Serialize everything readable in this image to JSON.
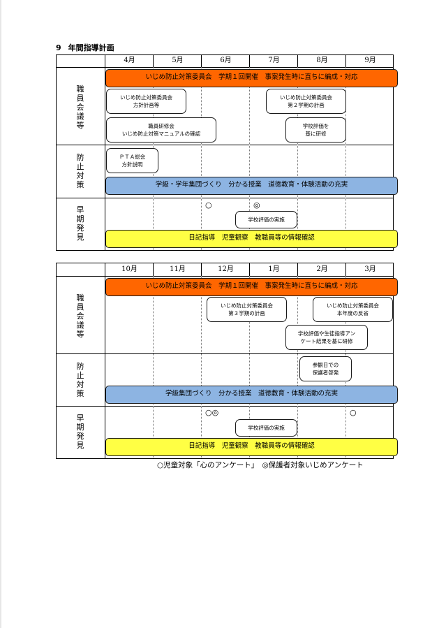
{
  "section": {
    "number": "9",
    "title": "年間指導計画"
  },
  "row_labels": {
    "staff_meeting": [
      "職",
      "員",
      "会",
      "議",
      "等"
    ],
    "prevention": [
      "防",
      "止",
      "対",
      "策"
    ],
    "early_detection": [
      "早",
      "期",
      "発",
      "見"
    ]
  },
  "term1": {
    "months": [
      "4月",
      "5月",
      "6月",
      "7月",
      "8月",
      "9月"
    ],
    "staff_bar": "いじめ防止対策委員会　学期１回開催　事案発生時に直ちに編成・対応",
    "staff_boxes": [
      [
        "いじめ防止対策委員会",
        "方針計画等"
      ],
      [
        "職員研修会",
        "いじめ防止対策マニュアルの確認"
      ],
      [
        "いじめ防止対策委員会",
        "第２学期の計画"
      ],
      [
        "学校評価を",
        "基に研修"
      ]
    ],
    "prevention_box": [
      "ＰＴＡ総会",
      "方針説明"
    ],
    "prevention_bar": "学級・学年集団づくり　分かる授業　道徳教育・体験活動の充実",
    "marks": [
      "○",
      "◎"
    ],
    "detection_box": "学校評価の実施",
    "detection_bar": "日記指導　児童観察　教職員等の情報確認"
  },
  "term2": {
    "months": [
      "10月",
      "11月",
      "12月",
      "1月",
      "2月",
      "3月"
    ],
    "staff_bar": "いじめ防止対策委員会　学期１回開催　事案発生時に直ちに編成・対応",
    "staff_boxes": [
      [
        "いじめ防止対策委員会",
        "第３学期の計画"
      ],
      [
        "いじめ防止対策委員会",
        "本年度の反省"
      ],
      [
        "学校評価や生徒指導アン",
        "ケート結果を基に研修"
      ]
    ],
    "prevention_box": [
      "参観日での",
      "保護者啓発"
    ],
    "prevention_bar": "学級集団づくり　分かる授業　道徳教育・体験活動の充実",
    "marks": [
      "○◎",
      "○"
    ],
    "detection_box": "学校評価の実施",
    "detection_bar": "日記指導　児童観察　教職員等の情報確認"
  },
  "legend": "○児童対象「心のアンケート」　◎保護者対象いじめアンケート",
  "colors": {
    "staff_bar": "#ff6600",
    "prevention_bar": "#8db4e2",
    "detection_bar": "#ffff44"
  }
}
